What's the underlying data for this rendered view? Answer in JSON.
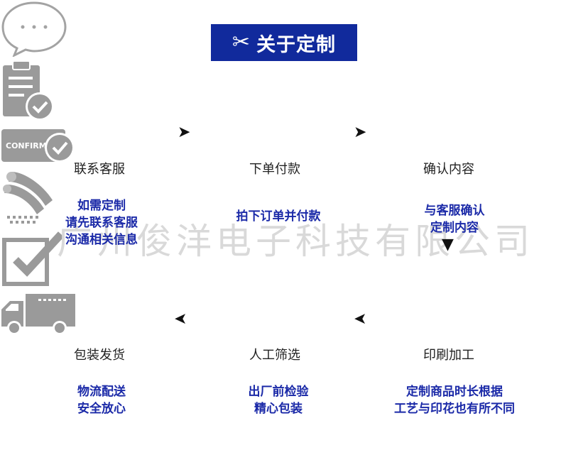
{
  "header": {
    "title": "关于定制",
    "icon": "scissors-icon"
  },
  "watermark": "广州俊洋电子科技有限公司",
  "steps": [
    {
      "label": "联系客服",
      "icon": "chat-bubble-icon",
      "desc": [
        "如需定制",
        "请先联系客服",
        "沟通相关信息"
      ]
    },
    {
      "label": "下单付款",
      "icon": "clipboard-check-icon",
      "desc": [
        "拍下订单并付款"
      ]
    },
    {
      "label": "确认内容",
      "icon": "confirm-card-icon",
      "icon_text": "CONFIRM",
      "desc": [
        "与客服确认",
        "定制内容"
      ]
    },
    {
      "label": "印刷加工",
      "icon": "printing-roll-icon",
      "desc": [
        "定制商品时长根据",
        "工艺与印花也有所不同"
      ]
    },
    {
      "label": "人工筛选",
      "icon": "checkbox-icon",
      "desc": [
        "出厂前检验",
        "精心包装"
      ]
    },
    {
      "label": "包装发货",
      "icon": "delivery-truck-icon",
      "desc": [
        "物流配送",
        "安全放心"
      ]
    }
  ],
  "colors": {
    "header_bg": "#112a9c",
    "desc_text": "#1b2aa8",
    "icon_gray": "#9a9a9a"
  }
}
